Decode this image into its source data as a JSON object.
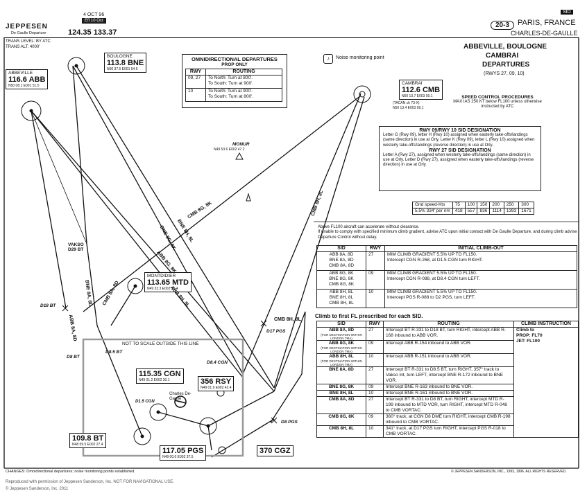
{
  "header": {
    "brand": "JEPPESEN",
    "date": "4 OCT 96",
    "effective": "Eff 10 Oct",
    "atis_label": "De Gaulle Departure",
    "atis_freqs": "124.35  133.37",
    "trans_level": "TRANS LEVEL: BY ATC",
    "trans_alt": "TRANS ALT: 4000'",
    "chart_no": "20-3",
    "city": "PARIS, FRANCE",
    "airport": "CHARLES-DE-GAULLE",
    "sid_tag": "SID"
  },
  "title": {
    "line1": "ABBEVILLE, BOULOGNE",
    "line2": "CAMBRAI",
    "line3": "DEPARTURES",
    "line4": "(RWYS 27, 09, 10)"
  },
  "noise_note": "Noise monitoring point",
  "omni": {
    "title": "OMNIDIRECTIONAL DEPARTURES",
    "subtitle": "PROP ONLY",
    "col_rwy": "RWY",
    "col_routing": "ROUTING",
    "rows": [
      {
        "rwy": "09, 27",
        "routing": "To North: Turn at 800'.\nTo South: Turn at 900'."
      },
      {
        "rwy": "10",
        "routing": "To North: Turn at 900'.\nTo South: Turn at 800'."
      }
    ]
  },
  "speed": {
    "title": "SPEED CONTROL PROCEDURES",
    "text": "MAX IAS 250 KT below FL100 unless otherwise instructed by ATC"
  },
  "designation": {
    "title1": "RWY 09/RWY 10 SID DESIGNATION",
    "text1": "Letter G (Rwy 09), letter H (Rwy 10) assigned when easterly take-offs/landings (same direction) in use at Orly. Letter K (Rwy 09), letter L (Rwy 10) assigned when westerly take-offs/landings (reverse direction) in use at Orly.",
    "title2": "RWY 27 SID DESIGNATION",
    "text2": "Letter A (Rwy 27), assigned when westerly take-offs/landings (same direction) in use at Orly. Letter D (Rwy 27), assigned when easterly take-offs/landings (reverse direction) in use at Orly."
  },
  "gs_table": {
    "label": "Gnd speed-Kts",
    "speeds": [
      "75",
      "100",
      "150",
      "200",
      "250",
      "300"
    ],
    "rate_label": "5.5% 334' per nm",
    "rates": [
      "418",
      "557",
      "836",
      "1114",
      "1393",
      "1671"
    ]
  },
  "climb_note": "Above FL100 aircraft can accelerate without clearance.\nIf unable to comply with specified minimum climb gradient, advise ATC upon initial contact with De Gaulle Departure, and during climb advise Departure Control without delay.",
  "climbout": {
    "col_sid": "SID",
    "col_rwy": "RWY",
    "col_init": "INITIAL CLIMB-OUT",
    "rows": [
      {
        "sid": "ABB 8A, 8D\nBNE 8A, 8D\nCMB 8A, 8D",
        "rwy": "27",
        "text": "MIM CLIMB GRADIENT 5.5% UP TO FL150.\nIntercept CGN R-268, at D1.5 CGN turn RIGHT."
      },
      {
        "sid": "ABB 8G, 8K\nBNE 8G, 8K\nCMB 8G, 8K",
        "rwy": "09",
        "text": "MIM CLIMB GRADIENT 5.5% UP TO FL150.\nIntercept CGN R-088, at D8.4 CGN turn LEFT."
      },
      {
        "sid": "ABB 8H, 8L\nBNE 8H, 8L\nCMB 8H, 8L",
        "rwy": "10",
        "text": "MIM CLIMB GRADIENT 5.5% UP TO FL150.\nIntercept PGS R-088 to D2 PGS, turn LEFT."
      }
    ]
  },
  "climbfirst": {
    "title": "Climb to first FL prescribed for each SID.",
    "col_sid": "SID",
    "col_rwy": "RWY",
    "col_routing": "ROUTING",
    "col_instr": "CLIMB INSTRUCTION",
    "instr": "Climb to\nPROP: FL70\nJET: FL100",
    "rows": [
      {
        "sid": "ABB 8A, 8D",
        "sub": "(FOR DESTINATION WITHIN LONDON TMA)",
        "rwy": "27",
        "text": "Intercept BT R-331 to D18 BT, turn RIGHT, intercept ABB R-168 inbound to ABB VOR."
      },
      {
        "sid": "ABB 8G, 8K",
        "sub": "(FOR DESTINATION WITHIN LONDON TMA)",
        "rwy": "09",
        "text": "Intercept ABB R-154 inbound to ABB VOR."
      },
      {
        "sid": "ABB 8H, 8L",
        "sub": "(FOR DESTINATION WITHIN LONDON TMA)",
        "rwy": "10",
        "text": "Intercept ABB R-151 inbound to ABB VOR."
      },
      {
        "sid": "BNE 8A, 8D",
        "sub": "",
        "rwy": "27",
        "text": "Intercept BT R-331 to D8.5 BT, turn RIGHT, 357° track to Vakso Int, turn LEFT, intercept BNE R-172 inbound to BNE VOR."
      },
      {
        "sid": "BNE 8G, 8K",
        "sub": "",
        "rwy": "09",
        "text": "Intercept BNE R-163 inbound to BNE VOR."
      },
      {
        "sid": "BNE 8H, 8L",
        "sub": "",
        "rwy": "10",
        "text": "Intercept BNE R-161 inbound to BNE VOR."
      },
      {
        "sid": "CMB 8A, 8D",
        "sub": "",
        "rwy": "27",
        "text": "Intercept BT R-331 to D8 BT, turn RIGHT, intercept MTD R-199 inbound to MTD VOR, turn RIGHT, intercept MTD R-048 to CMB VORTAC."
      },
      {
        "sid": "CMB 8G, 8K",
        "sub": "",
        "rwy": "09",
        "text": "360° track, at CGN D8 DME turn RIGHT, intercept CMB R-198 inbound to CMB VORTAC."
      },
      {
        "sid": "CMB 8H, 8L",
        "sub": "",
        "rwy": "10",
        "text": "341° track, at D17 PGS turn RIGHT, intercept PGS R-018 to CMB VORTAC."
      }
    ]
  },
  "navaids": {
    "abb": {
      "name": "ABBEVILLE",
      "freq": "116.6 ABB",
      "coords": "N50 08.1 E001 51.5"
    },
    "bne": {
      "name": "BOULOGNE",
      "freq": "113.8 BNE",
      "coords": "N50 37.5 E001 54.5"
    },
    "cmb": {
      "name": "CAMBRAI",
      "freq": "112.6 CMB",
      "coords": "N50 13.7 E003 09.1",
      "tacan": "(TACAN ch 73-X)",
      "coords2": "N50 13.4 E003 09.1"
    },
    "mtd": {
      "name": "MONTDIDIER",
      "freq": "113.65 MTD",
      "coords": "N49 33.3 E002 29.4"
    },
    "cgn": {
      "freq": "115.35 CGN",
      "coords": "N49 01.2 E002 30.1"
    },
    "rsy": {
      "freq": "356 RSY",
      "coords": "N49 01.9 E002 42.4"
    },
    "bt": {
      "freq": "109.8 BT",
      "coords": "N48 59.5 E002 27.4"
    },
    "pgs": {
      "freq": "117.05 PGS",
      "coords": "N49 00.0 E002 37.5"
    },
    "cgz": {
      "freq": "370 CGZ"
    }
  },
  "fixes": {
    "vakso": "VAKSO\nD29 BT",
    "monur": "MONUR",
    "monur_coords": "N49 53.6 E002 47.2",
    "d18bt": "D18 BT",
    "d8bt": "D8 BT",
    "d85bt": "D8.5 BT",
    "d17pgs": "D17 PGS",
    "d8pgs": "D8 PGS",
    "d84cgn": "D8.4 CGN",
    "d15cgn": "D1.5 CGN",
    "cdg": "Charles De-Gaulle"
  },
  "routes": {
    "cmb8g8k": "CMB 8G, 8K",
    "cmb8h8l": "CMB 8H, 8L",
    "bne8g": "BNE 8G, 8K",
    "bne8h": "BNE 8H, 8L",
    "abb8g": "ABB 8G, 8K",
    "abb8h": "ABB 8H, 8L",
    "abb8a": "ABB 8A, 8D",
    "bne8a": "BNE 8A, 8D",
    "cmb8a": "CMB 8A, 8D",
    "cmb8h_upper": "CMB 8H, 8L"
  },
  "not_to_scale": "NOT TO SCALE OUTSIDE THIS LINE",
  "changes": "CHANGES: Omnidirectional departures; noise monitoring points established.",
  "copyright": "© JEPPESEN SANDERSON, INC., 1993, 1996. ALL RIGHTS RESERVED.",
  "footer1": "Reproduced with permission of Jeppesen Sanderson, Inc. NOT FOR NAVIGATIONAL USE.",
  "footer2": "© Jeppesen Sanderson, Inc. 2011"
}
